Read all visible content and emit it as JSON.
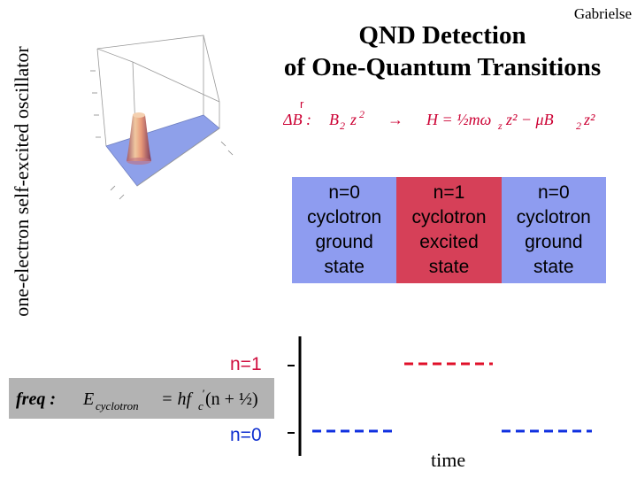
{
  "side_label": "one-electron self-excited oscillator",
  "author": "Gabrielse",
  "title": {
    "line1": "QND Detection",
    "line2": "of One-Quantum Transitions"
  },
  "equation_perturbation": {
    "lhs": "ΔB :",
    "term": "B",
    "term_sub": "2",
    "term_var": "z",
    "term_pow": "2",
    "arrow": "→",
    "hamiltonian": "H = ½mω",
    "hamiltonian_sub": "z",
    "hamiltonian_rest": "z² − μB",
    "hamiltonian_sub2": "2",
    "hamiltonian_end": "z²",
    "vector_mark": "r"
  },
  "states": [
    {
      "n": "n=0",
      "type": "cyclotron",
      "level": "ground",
      "word": "state"
    },
    {
      "n": "n=1",
      "type": "cyclotron",
      "level": "excited",
      "word": "state"
    },
    {
      "n": "n=0",
      "type": "cyclotron",
      "level": "ground",
      "word": "state"
    }
  ],
  "level_labels": {
    "upper": "n=1",
    "lower": "n=0"
  },
  "time_label": "time",
  "freq_equation": {
    "lhs": "freq :",
    "energy": "E",
    "energy_sub": "cyclotron",
    "rhs": "= hf",
    "rhs_sub": "c",
    "rhs_pre": "′",
    "rhs_paren": "(n + ½)"
  },
  "colors": {
    "ground_state": "#8e9cf0",
    "excited_state": "#d64058",
    "upper_level": "#e0102a",
    "lower_level": "#1030e0",
    "equation": "#cc0033"
  }
}
